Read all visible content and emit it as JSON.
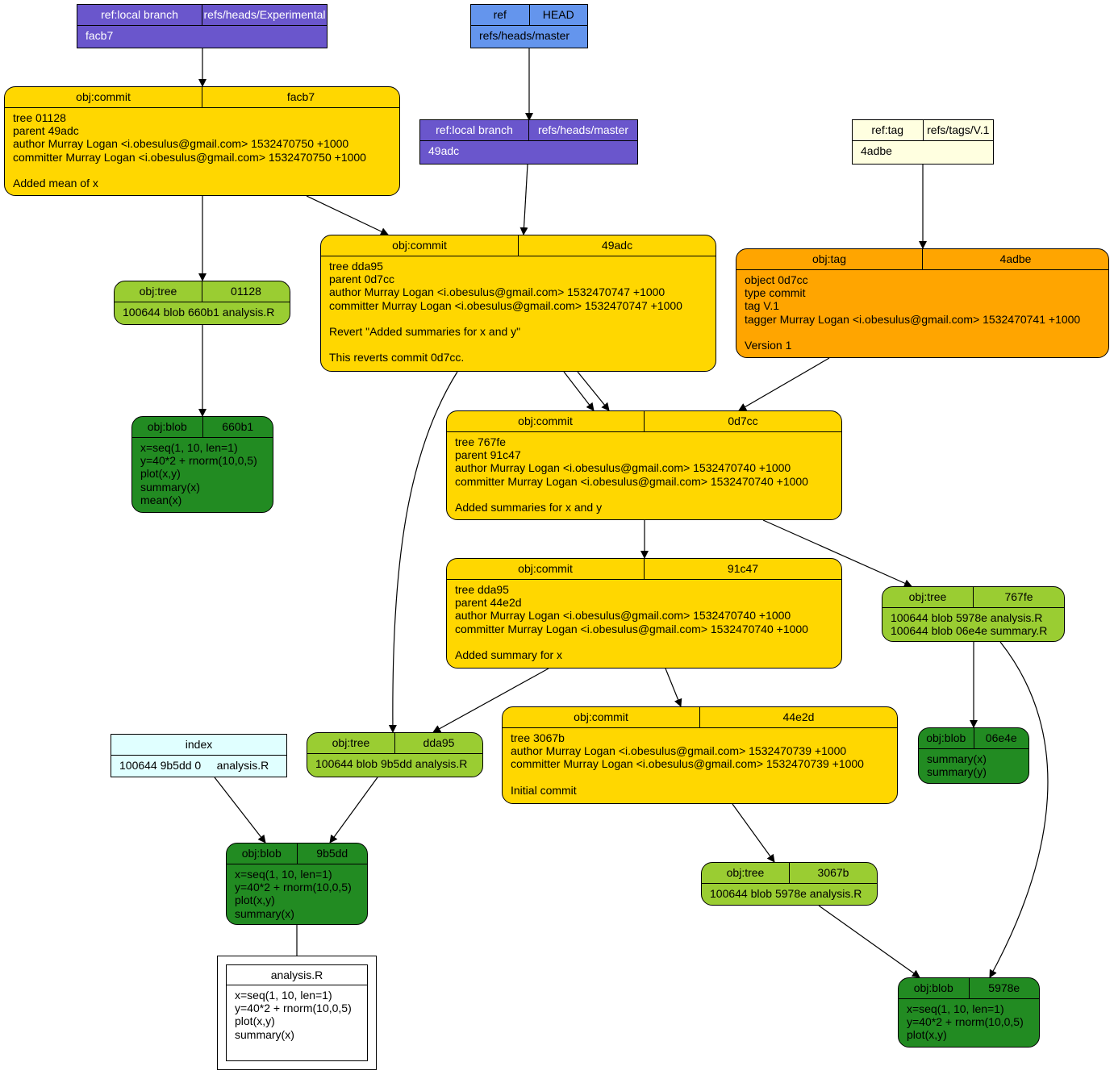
{
  "nodes": {
    "experimental": {
      "h1": "ref:local branch",
      "h2": "refs/heads/Experimental",
      "body": "facb7"
    },
    "head": {
      "h1": "ref",
      "h2": "HEAD",
      "body": "refs/heads/master"
    },
    "master": {
      "h1": "ref:local branch",
      "h2": "refs/heads/master",
      "body": "49adc"
    },
    "tagref": {
      "h1": "ref:tag",
      "h2": "refs/tags/V.1",
      "body": "4adbe"
    },
    "commit_facb7": {
      "h1": "obj:commit",
      "h2": "facb7",
      "body": "tree 01128\nparent 49adc\nauthor Murray Logan <i.obesulus@gmail.com> 1532470750 +1000\ncommitter Murray Logan <i.obesulus@gmail.com> 1532470750 +1000\n\nAdded mean of x"
    },
    "commit_49adc": {
      "h1": "obj:commit",
      "h2": "49adc",
      "body": "tree dda95\nparent 0d7cc\nauthor Murray Logan <i.obesulus@gmail.com> 1532470747 +1000\ncommitter Murray Logan <i.obesulus@gmail.com> 1532470747 +1000\n\nRevert \"Added summaries for x and y\"\n\nThis reverts commit 0d7cc."
    },
    "tag_4adbe": {
      "h1": "obj:tag",
      "h2": "4adbe",
      "body": "object 0d7cc\ntype commit\ntag V.1\ntagger Murray Logan <i.obesulus@gmail.com> 1532470741 +1000\n\nVersion 1"
    },
    "tree_01128": {
      "h1": "obj:tree",
      "h2": "01128",
      "body": "100644 blob 660b1 analysis.R"
    },
    "blob_660b1": {
      "h1": "obj:blob",
      "h2": "660b1",
      "body": "x=seq(1, 10, len=1)\ny=40*2 + rnorm(10,0,5)\nplot(x,y)\nsummary(x)\nmean(x)"
    },
    "commit_0d7cc": {
      "h1": "obj:commit",
      "h2": "0d7cc",
      "body": "tree 767fe\nparent 91c47\nauthor Murray Logan <i.obesulus@gmail.com> 1532470740 +1000\ncommitter Murray Logan <i.obesulus@gmail.com> 1532470740 +1000\n\nAdded summaries for x and y"
    },
    "commit_91c47": {
      "h1": "obj:commit",
      "h2": "91c47",
      "body": "tree dda95\nparent 44e2d\nauthor Murray Logan <i.obesulus@gmail.com> 1532470740 +1000\ncommitter Murray Logan <i.obesulus@gmail.com> 1532470740 +1000\n\nAdded summary for x"
    },
    "tree_767fe": {
      "h1": "obj:tree",
      "h2": "767fe",
      "body": "100644 blob 5978e analysis.R\n100644 blob 06e4e summary.R"
    },
    "index": {
      "h1": "index",
      "body": "100644 9b5dd 0     analysis.R"
    },
    "tree_dda95": {
      "h1": "obj:tree",
      "h2": "dda95",
      "body": "100644 blob 9b5dd analysis.R"
    },
    "commit_44e2d": {
      "h1": "obj:commit",
      "h2": "44e2d",
      "body": "tree 3067b\nauthor Murray Logan <i.obesulus@gmail.com> 1532470739 +1000\ncommitter Murray Logan <i.obesulus@gmail.com> 1532470739 +1000\n\nInitial commit"
    },
    "blob_06e4e": {
      "h1": "obj:blob",
      "h2": "06e4e",
      "body": "summary(x)\nsummary(y)"
    },
    "blob_9b5dd": {
      "h1": "obj:blob",
      "h2": "9b5dd",
      "body": "x=seq(1, 10, len=1)\ny=40*2 + rnorm(10,0,5)\nplot(x,y)\nsummary(x)"
    },
    "tree_3067b": {
      "h1": "obj:tree",
      "h2": "3067b",
      "body": "100644 blob 5978e analysis.R"
    },
    "blob_5978e": {
      "h1": "obj:blob",
      "h2": "5978e",
      "body": "x=seq(1, 10, len=1)\ny=40*2 + rnorm(10,0,5)\nplot(x,y)"
    },
    "file_analysis": {
      "h1": "analysis.R",
      "body": "x=seq(1, 10, len=1)\ny=40*2 + rnorm(10,0,5)\nplot(x,y)\nsummary(x)"
    }
  },
  "colors": {
    "local_branch": "#6a56cc",
    "head_ref": "#6495ed",
    "tag_ref": "#ffffe0",
    "commit": "#ffd700",
    "tag": "#ffa500",
    "tree": "#9acd32",
    "blob": "#228b22",
    "index": "#e0ffff"
  }
}
